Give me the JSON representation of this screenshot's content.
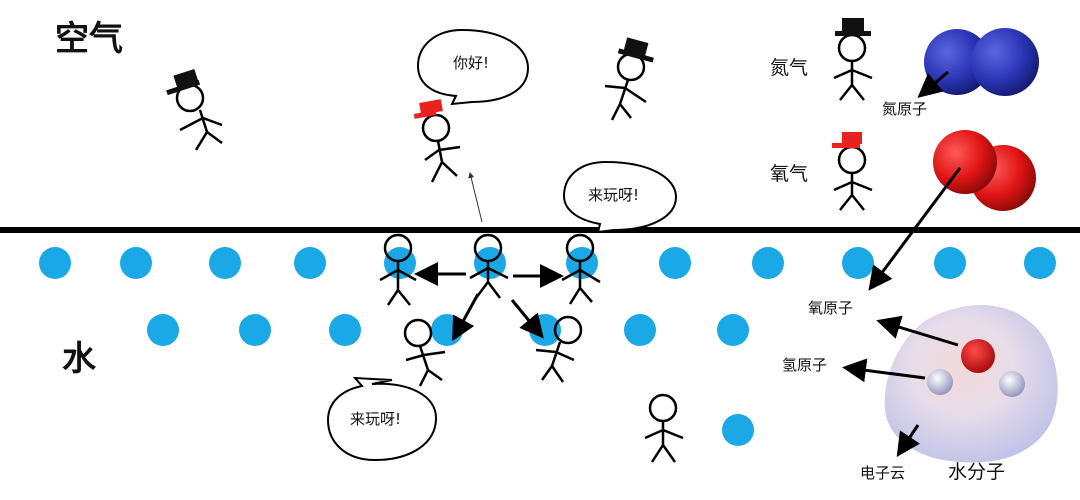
{
  "labels": {
    "air": "空气",
    "water": "水",
    "nitrogen_gas": "氮气",
    "oxygen_gas": "氧气",
    "nitrogen_atom": "氮原子",
    "oxygen_atom": "氧原子",
    "hydrogen_atom": "氢原子",
    "electron_cloud": "电子云",
    "water_molecule": "水分子"
  },
  "speech": {
    "hello": "你好!",
    "come_play_top": "来玩呀!",
    "come_play_bottom": "来玩呀!"
  },
  "colors": {
    "water_dot": "#1aa9e6",
    "surface_line": "#000000",
    "nitrogen": "#2b35b5",
    "oxygen": "#e01414",
    "red_hat": "#e8231f",
    "black_hat": "#111111"
  }
}
